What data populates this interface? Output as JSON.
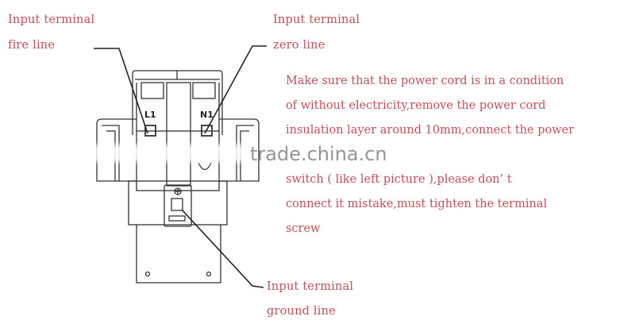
{
  "labels": {
    "fire": {
      "line1": "Input terminal",
      "line2": "fire line"
    },
    "zero": {
      "line1": "Input terminal",
      "line2": "zero line"
    },
    "ground": {
      "line1": "Input terminal",
      "line2": "ground line"
    }
  },
  "device": {
    "terminal_left": "L1",
    "terminal_right": "N1"
  },
  "instructions": [
    "Make sure that the power cord is in a condition",
    "of without electricity,remove the power cord",
    "insulation layer around 10mm,connect the power",
    "switch ( like left picture ),please don’ t",
    "connect it mistake,must tighten the terminal",
    "screw"
  ],
  "watermark": "trade.china.cn",
  "colors": {
    "text": "#c0505a",
    "line": "#222222"
  }
}
